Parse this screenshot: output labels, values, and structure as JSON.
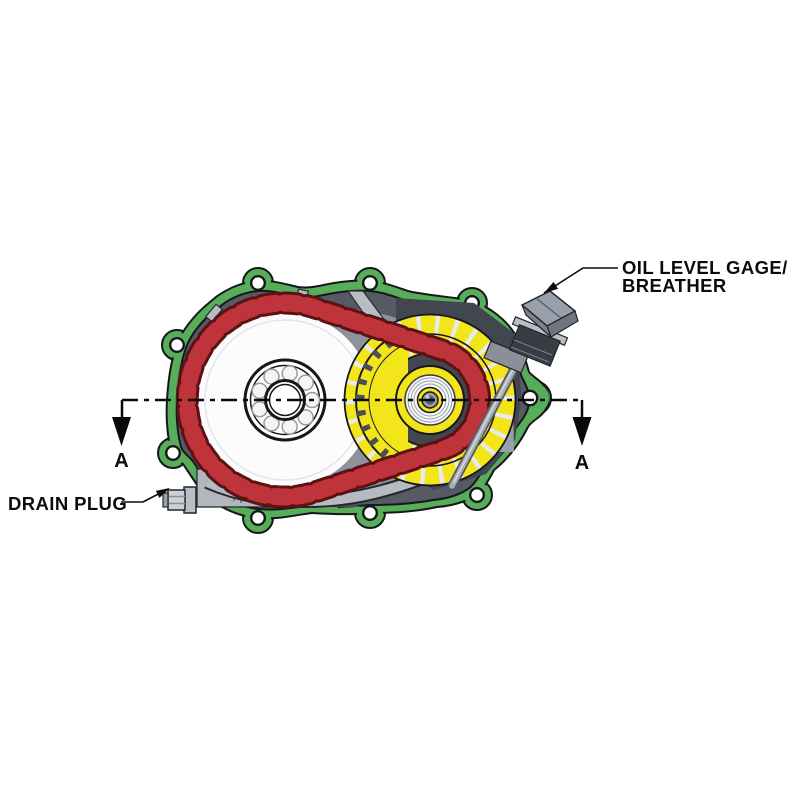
{
  "diagram": {
    "type": "technical-illustration",
    "labels": {
      "oil_gage": {
        "line1": "OIL LEVEL GAGE/",
        "line2": "BREATHER"
      },
      "drain_plug": "DRAIN PLUG"
    },
    "section_markers": {
      "left": "A",
      "right": "A"
    },
    "colors": {
      "background": "#ffffff",
      "gasket_green": "#58ad5a",
      "chain_red": "#bf343a",
      "chain_outline": "#5c1114",
      "gear_yellow": "#f2e51a",
      "housing_dark_gray": "#555a63",
      "housing_mid_gray": "#8d929c",
      "line_black": "#0c0c0c"
    }
  }
}
